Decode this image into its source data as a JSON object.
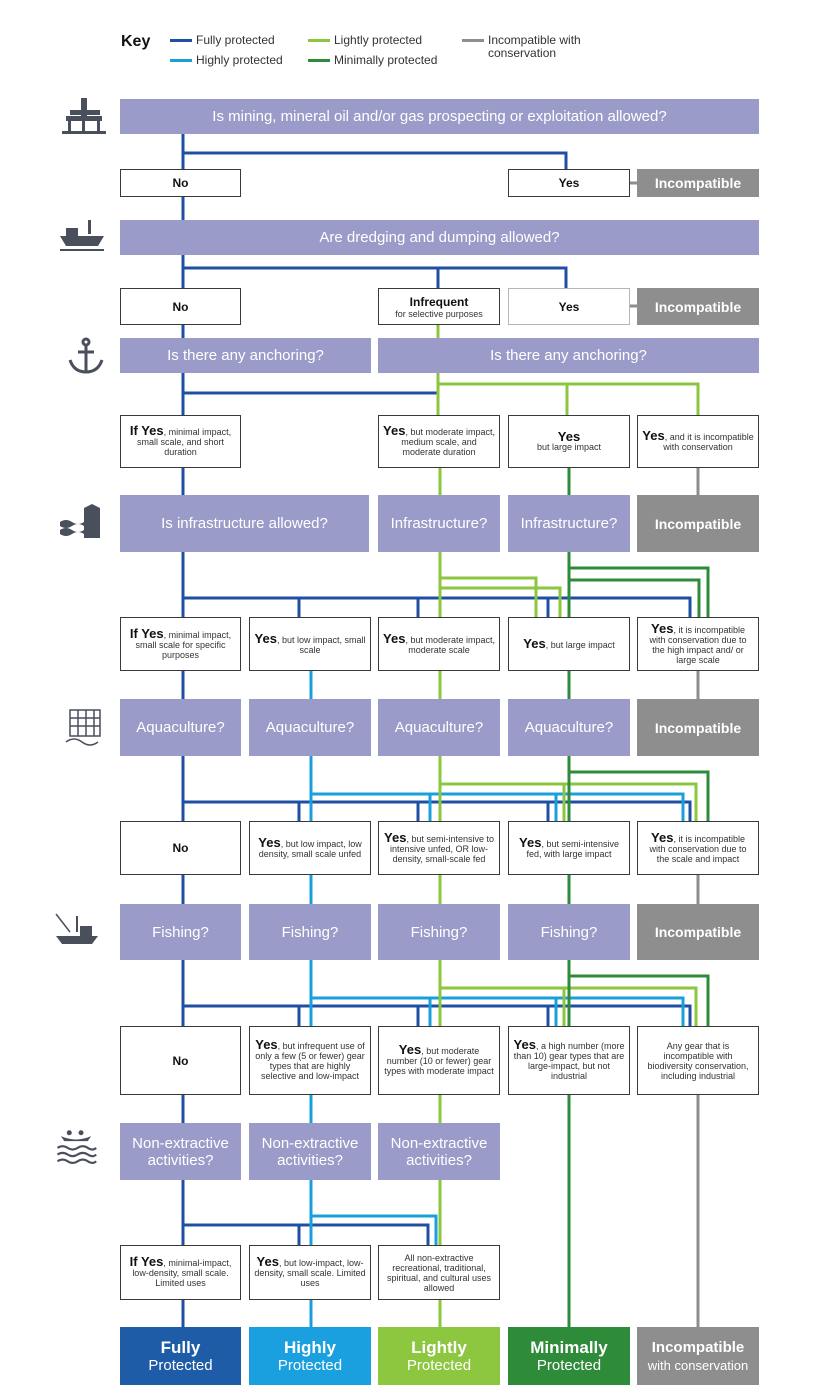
{
  "key": {
    "title": "Key",
    "items": [
      {
        "label": "Fully protected",
        "color": "#1f4fa3"
      },
      {
        "label": "Highly protected",
        "color": "#18a0dc"
      },
      {
        "label": "Lightly protected",
        "color": "#8cc63f"
      },
      {
        "label": "Minimally protected",
        "color": "#2e8b3a"
      },
      {
        "label": "Incompatible with conservation",
        "color": "#8e8e8e"
      }
    ]
  },
  "colors": {
    "fully": "#1f4fa3",
    "highly": "#18a0dc",
    "lightly": "#8cc63f",
    "minimally": "#2e8b3a",
    "incompatible": "#8e8e8e",
    "question": "#9b9bc9"
  },
  "icons": [
    "oil-rig-icon",
    "dredging-ship-icon",
    "anchor-icon",
    "coastal-infrastructure-icon",
    "aquaculture-net-icon",
    "fishing-boat-icon",
    "kayaking-waves-icon"
  ],
  "mining": {
    "question": "Is mining, mineral oil and/or gas prospecting or exploitation allowed?",
    "no": "No",
    "yes": "Yes",
    "incompatible": "Incompatible"
  },
  "dredging": {
    "question": "Are dredging and dumping allowed?",
    "no": "No",
    "infrequent": "Infrequent",
    "infrequent_sub": "for selective purposes",
    "yes": "Yes",
    "incompatible": "Incompatible"
  },
  "anchoring": {
    "question_left": "Is there any anchoring?",
    "question_right": "Is there any anchoring?",
    "a1_lead": "If Yes",
    "a1_rest": ", minimal impact, small scale, and short duration",
    "a2_lead": "Yes",
    "a2_rest": ", but moderate impact, medium scale, and moderate duration",
    "a3_lead": "Yes",
    "a3_rest": "but large impact",
    "a4_lead": "Yes",
    "a4_rest": ", and it is incompatible with conservation"
  },
  "infrastructure": {
    "q1": "Is infrastructure allowed?",
    "q2": "Infrastructure?",
    "q3": "Infrastructure?",
    "incompatible": "Incompatible",
    "a1_lead": "If Yes",
    "a1_rest": ", minimal impact, small scale for specific purposes",
    "a2_lead": "Yes",
    "a2_rest": ", but low impact, small scale",
    "a3_lead": "Yes",
    "a3_rest": ", but moderate impact, moderate scale",
    "a4_lead": "Yes",
    "a4_rest": ", but large impact",
    "a5_lead": "Yes",
    "a5_rest": ", it is incompatible with conservation due to the high impact and/ or large scale"
  },
  "aquaculture": {
    "q": [
      "Aquaculture?",
      "Aquaculture?",
      "Aquaculture?",
      "Aquaculture?"
    ],
    "incompatible": "Incompatible",
    "a1": "No",
    "a2_lead": "Yes",
    "a2_rest": ", but low impact, low density, small scale unfed",
    "a3_lead": "Yes",
    "a3_rest": ", but semi-intensive to intensive unfed, OR low-density, small-scale fed",
    "a4_lead": "Yes",
    "a4_rest": ", but semi-intensive fed, with large impact",
    "a5_lead": "Yes",
    "a5_rest": ", it is incompatible with conservation due to the scale and impact"
  },
  "fishing": {
    "q": [
      "Fishing?",
      "Fishing?",
      "Fishing?",
      "Fishing?"
    ],
    "incompatible": "Incompatible",
    "a1": "No",
    "a2_lead": "Yes",
    "a2_rest": ", but infrequent use of only a few (5 or fewer) gear types that are highly selective and low-impact",
    "a3_lead": "Yes",
    "a3_rest": ", but moderate number (10 or fewer) gear types with moderate impact",
    "a4_lead": "Yes",
    "a4_rest": ", a high number (more than 10) gear types that are large-impact, but not industrial",
    "a5": "Any gear that is incompatible with biodiversity conservation, including industrial"
  },
  "nonextractive": {
    "q": [
      "Non-extractive activities?",
      "Non-extractive activities?",
      "Non-extractive activities?"
    ],
    "a1_lead": "If Yes",
    "a1_rest": ", minimal-impact, low-density, small scale. Limited uses",
    "a2_lead": "Yes",
    "a2_rest": ", but low-impact, low-density, small scale. Limited uses",
    "a3": "All non-extractive recreational, traditional, spiritual, and cultural uses allowed"
  },
  "outcomes": [
    {
      "line1": "Fully",
      "line2": "Protected",
      "color": "#1f5ca8"
    },
    {
      "line1": "Highly",
      "line2": "Protected",
      "color": "#1aa0de"
    },
    {
      "line1": "Lightly",
      "line2": "Protected",
      "color": "#8dc63f"
    },
    {
      "line1": "Minimally",
      "line2": "Protected",
      "color": "#2e8b3a"
    },
    {
      "line1": "Incompatible",
      "line2": "with conservation",
      "color": "#8e8e8e"
    }
  ]
}
